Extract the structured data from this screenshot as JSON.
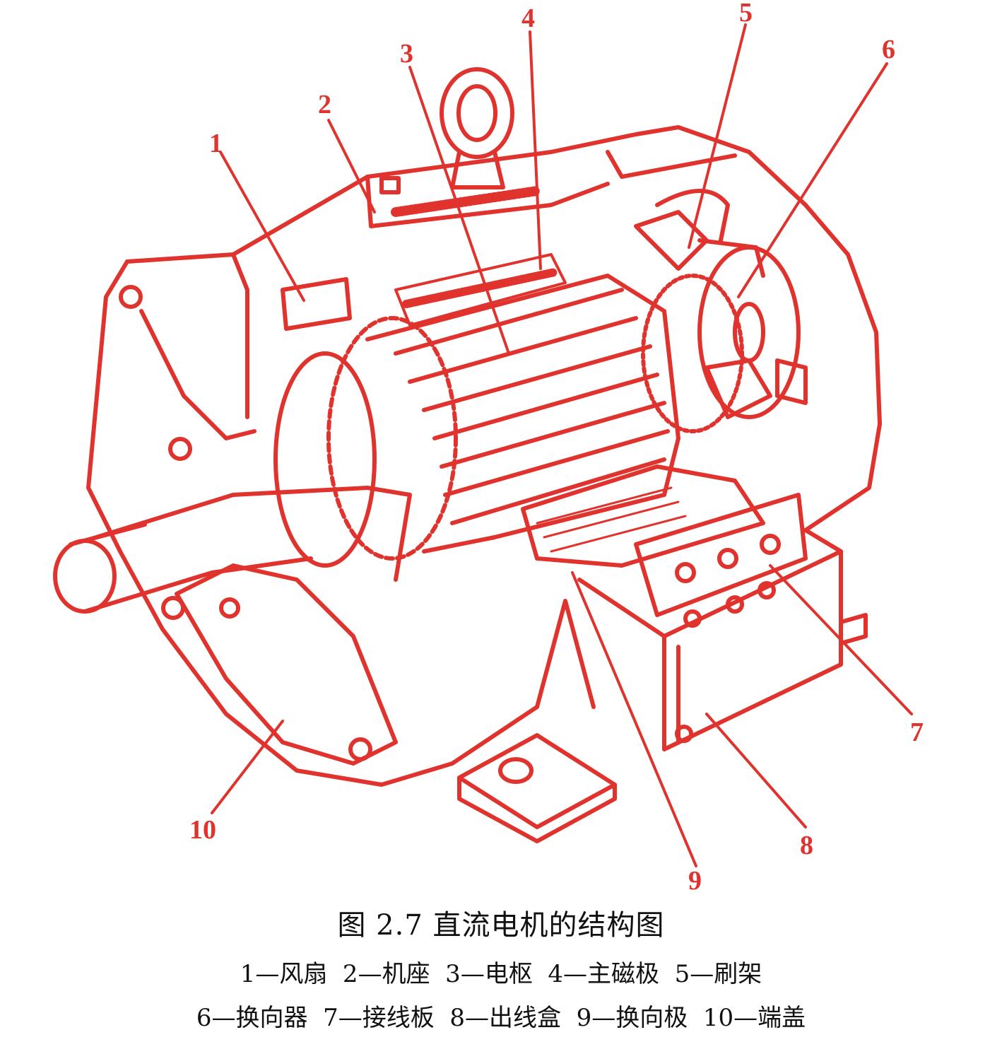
{
  "figure": {
    "title": "图 2.7  直流电机的结构图",
    "legend_line_1": "1—风扇  2—机座  3—电枢  4—主磁极  5—刷架",
    "legend_line_2": "6—换向器  7—接线板  8—出线盒  9—换向极  10—端盖"
  },
  "callouts": [
    {
      "num": "1",
      "part": "风扇"
    },
    {
      "num": "2",
      "part": "机座"
    },
    {
      "num": "3",
      "part": "电枢"
    },
    {
      "num": "4",
      "part": "主磁极"
    },
    {
      "num": "5",
      "part": "刷架"
    },
    {
      "num": "6",
      "part": "换向器"
    },
    {
      "num": "7",
      "part": "接线板"
    },
    {
      "num": "8",
      "part": "出线盒"
    },
    {
      "num": "9",
      "part": "换向极"
    },
    {
      "num": "10",
      "part": "端盖"
    }
  ],
  "colors": {
    "drawing": "#e0332e",
    "caption_text": "#111111",
    "background": "#ffffff"
  }
}
